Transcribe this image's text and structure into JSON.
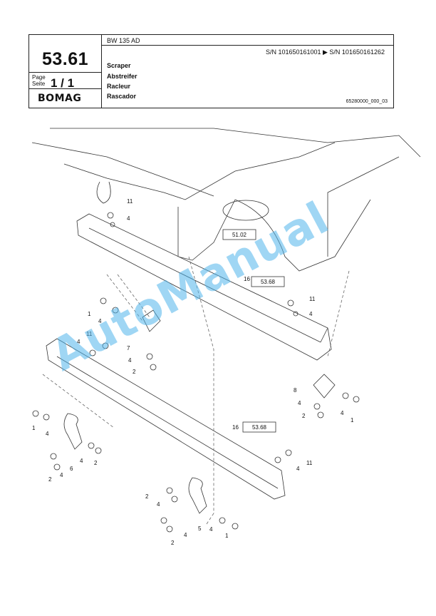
{
  "header": {
    "part_number": "53.61",
    "model": "BW 135 AD",
    "serial_range": "S/N 101650161001  ▶  S/N 101650161262",
    "page_label_en": "Page",
    "page_label_de": "Seite",
    "page_value": "1 / 1",
    "brand": "BOMAG",
    "titles": [
      "Scraper",
      "Abstreifer",
      "Racleur",
      "Rascador"
    ],
    "document_id": "65280000_000_03"
  },
  "diagram": {
    "refs": {
      "frame": "51.02",
      "scraper_top": "53.68",
      "scraper_bottom": "53.68"
    },
    "callouts": [
      "11",
      "4",
      "16",
      "11",
      "4",
      "1",
      "4",
      "7",
      "4",
      "2",
      "4",
      "11",
      "8",
      "4",
      "2",
      "4",
      "1",
      "1",
      "4",
      "6",
      "4",
      "2",
      "2",
      "4",
      "16",
      "11",
      "4",
      "2",
      "4",
      "5",
      "2",
      "4",
      "4",
      "1"
    ]
  },
  "watermark": "AutoManual"
}
